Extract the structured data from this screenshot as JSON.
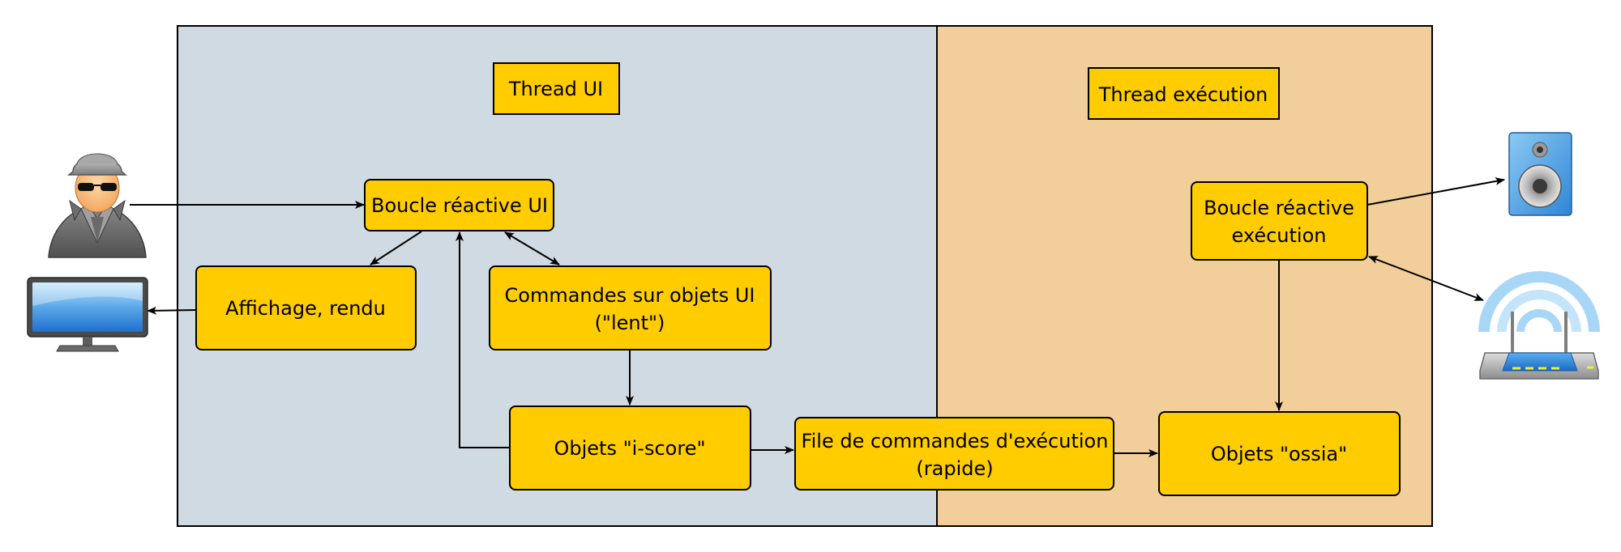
{
  "diagram": {
    "regions": {
      "ui_thread": {
        "label": "Thread UI",
        "fill": "#d0dae3"
      },
      "exec_thread": {
        "label": "Thread exécution",
        "fill": "#f2cf9a"
      }
    },
    "boxes": {
      "boucle_ui": {
        "label": "Boucle réactive UI"
      },
      "affichage": {
        "label": "Affichage, rendu"
      },
      "commandes_ui": {
        "line1": "Commandes sur objets UI",
        "line2": "(\"lent\")"
      },
      "objets_iscore": {
        "label": "Objets \"i-score\""
      },
      "file_commandes": {
        "line1": "File de commandes d'exécution",
        "line2": "(rapide)"
      },
      "boucle_exec": {
        "line1": "Boucle réactive",
        "line2": "exécution"
      },
      "objets_ossia": {
        "label": "Objets \"ossia\""
      }
    },
    "icons": {
      "user": "spy-user-icon",
      "monitor": "monitor-icon",
      "speaker": "speaker-icon",
      "router": "wifi-router-icon"
    },
    "colors": {
      "box_fill": "#ffcc00",
      "ui_region": "#d0dae3",
      "exec_region": "#f2cf9a",
      "stroke": "#000000"
    }
  }
}
